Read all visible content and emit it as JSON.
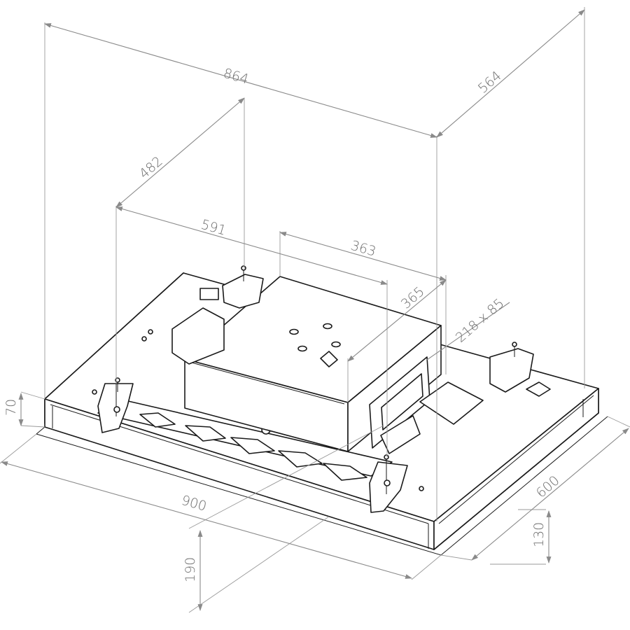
{
  "drawing": {
    "subject": "",
    "dimensions": {
      "width_total": "864",
      "depth_total": "564",
      "mount_depth": "482",
      "mount_width": "591",
      "box_width": "363",
      "box_depth": "365",
      "outlet": "218 x 85",
      "panel_width": "900",
      "panel_depth": "600",
      "side_height": "70",
      "front_height": "130",
      "overall_height": "190"
    }
  }
}
